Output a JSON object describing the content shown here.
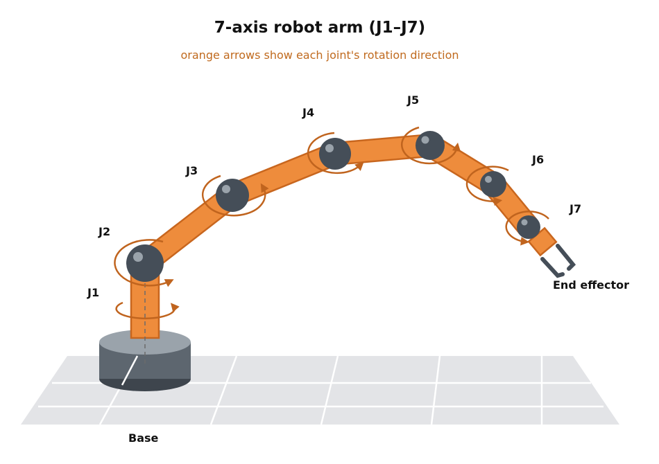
{
  "title": "7-axis robot arm (J1–J7)",
  "subtitle": "orange arrows show each joint's rotation direction",
  "labels": {
    "j1": "J1",
    "j2": "J2",
    "j3": "J3",
    "j4": "J4",
    "j5": "J5",
    "j6": "J6",
    "j7": "J7",
    "end_effector": "End effector",
    "base": "Base"
  },
  "colors": {
    "arm": "#ee8c3c",
    "arm_outline": "#c8661e",
    "arrow": "#c0641e",
    "joint": "#454e58",
    "joint_highlight": "#9aa3ab",
    "base_top": "#9aa3ab",
    "base_side": "#5d666f",
    "floor": "#e3e4e7",
    "grid": "#ffffff",
    "gripper": "#454e58"
  }
}
